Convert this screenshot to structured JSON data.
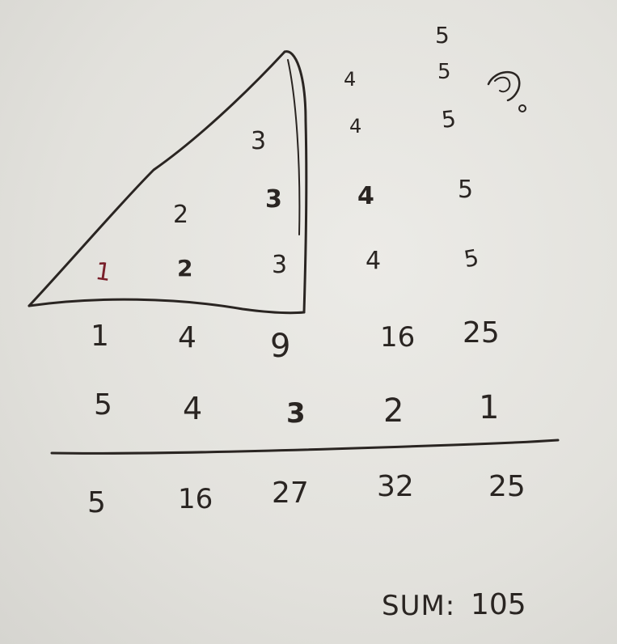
{
  "triangle_stack": {
    "col1": [
      "1"
    ],
    "col2": [
      "2",
      "2"
    ],
    "col3": [
      "3",
      "3",
      "3"
    ]
  },
  "outside_stack": {
    "col4": [
      "4",
      "4",
      "4",
      "4"
    ],
    "col5": [
      "5",
      "5",
      "5",
      "5",
      "5"
    ]
  },
  "row_squares": [
    "1",
    "4",
    "9",
    "16",
    "25"
  ],
  "row_multipliers": [
    "5",
    "4",
    "3",
    "2",
    "1"
  ],
  "row_products": [
    "5",
    "16",
    "27",
    "32",
    "25"
  ],
  "sum": {
    "label": "SUM:",
    "value": "105"
  },
  "colors": {
    "ink": "#2a2522",
    "red_ink": "#7a1f2a",
    "paper": "#e4e3de"
  }
}
